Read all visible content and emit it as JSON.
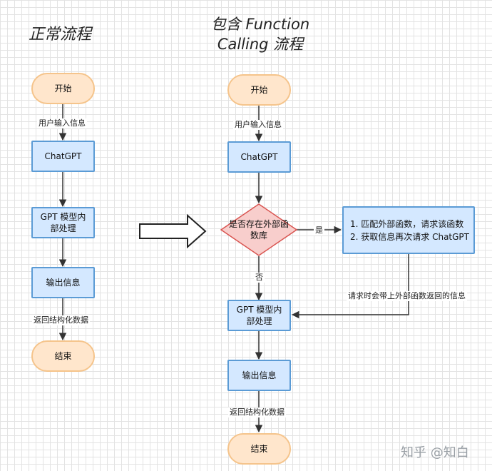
{
  "titles": {
    "left": "正常流程",
    "right_line1": "包含 Function",
    "right_line2": "Calling 流程"
  },
  "left_flow": {
    "start": "开始",
    "edge_input": "用户输入信息",
    "chatgpt": "ChatGPT",
    "process_line1": "GPT 模型内",
    "process_line2": "部处理",
    "output": "输出信息",
    "edge_return": "返回结构化数据",
    "end": "结束"
  },
  "right_flow": {
    "start": "开始",
    "edge_input": "用户输入信息",
    "chatgpt": "ChatGPT",
    "decision_line1": "是否存在外部函",
    "decision_line2": "数库",
    "yes_label": "是",
    "no_label": "否",
    "action_line1": "1. 匹配外部函数，请求该函数",
    "action_line2": "2. 获取信息再次请求 ChatGPT",
    "edge_request": "请求时会带上外部函数返回的信息",
    "process_line1": "GPT 模型内",
    "process_line2": "部处理",
    "output": "输出信息",
    "edge_return": "返回结构化数据",
    "end": "结束"
  },
  "watermark": "知乎 @知白",
  "colors": {
    "terminal_fill": "#ffe6cc",
    "terminal_stroke": "#f5c48b",
    "process_fill": "#d4e8ff",
    "process_stroke": "#5b9bd5",
    "decision_fill": "#f8cecc",
    "decision_stroke": "#d9534f",
    "arrow": "#333333"
  }
}
